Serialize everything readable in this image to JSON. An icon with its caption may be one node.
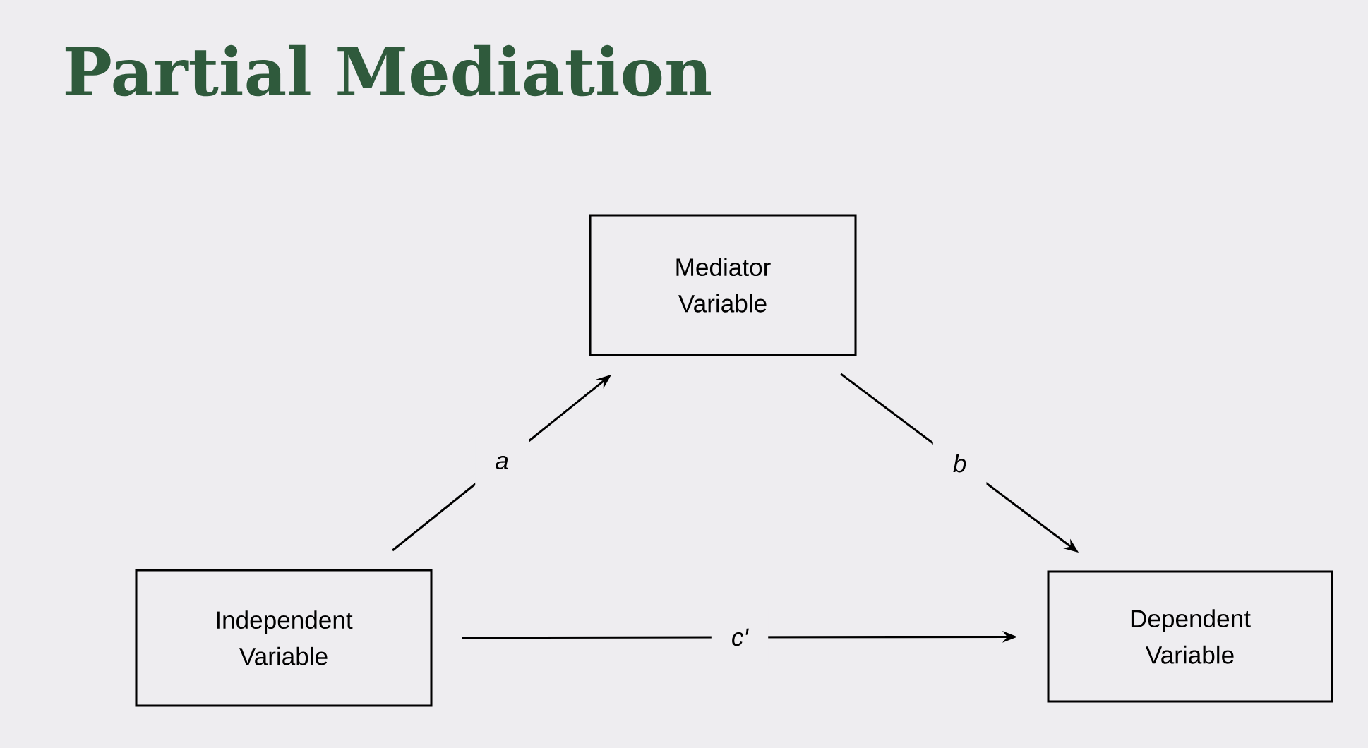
{
  "diagram": {
    "title": "Partial Mediation",
    "nodes": [
      {
        "text": [
          "Mediator Variable"
        ]
      },
      {
        "text": [
          "Independent Variable"
        ]
      },
      {
        "text": [
          "Dependent Variable"
        ]
      }
    ],
    "edges": [
      {
        "from": 1,
        "to": 0,
        "arrow": "to",
        "label": "a"
      },
      {
        "from": 0,
        "to": 2,
        "arrow": "to",
        "label": "b"
      },
      {
        "from": 1,
        "to": 2,
        "arrow": "to",
        "label": "c′"
      }
    ]
  }
}
